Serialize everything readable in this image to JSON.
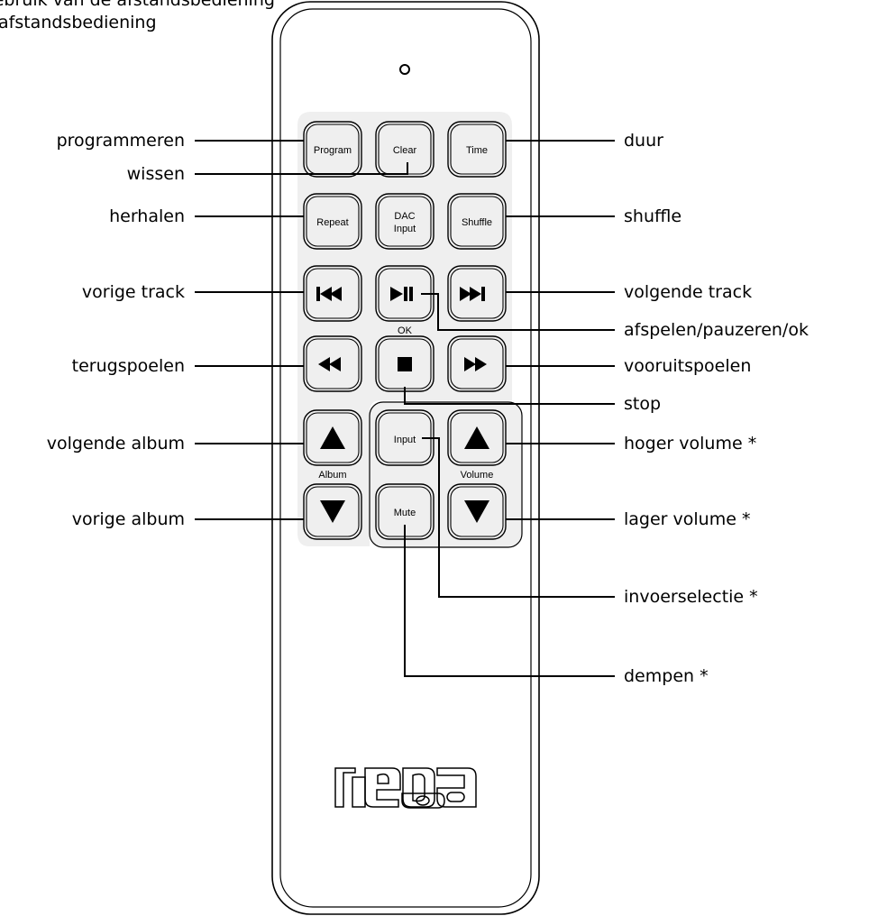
{
  "header": {
    "line1": "Gebruik van de afstandsbediening",
    "line2": "afstandsbediening"
  },
  "buttons": {
    "program": "Program",
    "clear": "Clear",
    "time": "Time",
    "repeat": "Repeat",
    "dac_line1": "DAC",
    "dac_line2": "Input",
    "shuffle": "Shuffle",
    "input": "Input",
    "mute": "Mute"
  },
  "panel_labels": {
    "ok": "OK",
    "album": "Album",
    "volume": "Volume"
  },
  "callouts": {
    "program": "programmeren",
    "clear": "wissen",
    "time": "duur",
    "repeat": "herhalen",
    "shuffle": "shuffle",
    "prev_track": "vorige track",
    "next_track": "volgende track",
    "play_pause": "afspelen/pauzeren/ok",
    "rewind": "terugspoelen",
    "fast_forward": "vooruitspoelen",
    "stop": "stop",
    "next_album": "volgende album",
    "volume_up": "hoger volume *",
    "prev_album": "vorige album",
    "volume_down": "lager volume *",
    "input_select": "invoerselectie *",
    "mute": "dempen *"
  },
  "brand": {
    "logo": "rega"
  },
  "colors": {
    "panel": "#efefef",
    "line": "#000000",
    "body": "#ffffff"
  },
  "icons": {
    "prev_track": "skip-back-icon",
    "play_pause": "play-pause-icon",
    "next_track": "skip-forward-icon",
    "rewind": "rewind-icon",
    "stop": "stop-icon",
    "fast_forward": "fast-forward-icon",
    "album_up": "triangle-up-icon",
    "album_down": "triangle-down-icon",
    "volume_up": "triangle-up-icon",
    "volume_down": "triangle-down-icon",
    "led": "led-icon"
  }
}
